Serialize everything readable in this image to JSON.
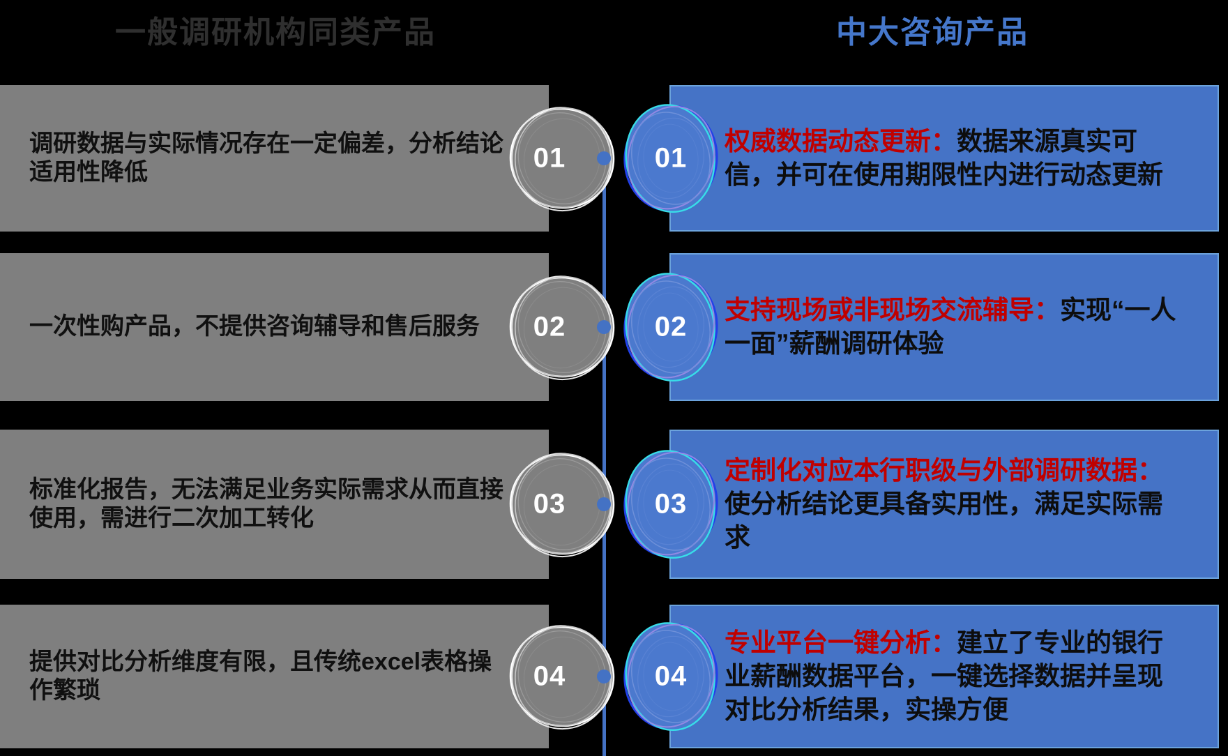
{
  "headers": {
    "left": "一般调研机构同类产品",
    "right": "中大咨询产品"
  },
  "colors": {
    "background": "#000000",
    "gray_box": "#7F7F7F",
    "blue_box": "#4573C6",
    "blue_box_border": "#6CA3DC",
    "blue_circle_fill": "#4B79CE",
    "timeline_blue": "#4472C4",
    "red_highlight": "#C00000",
    "header_left_color": "#2F2F2F",
    "header_right_color": "#4577CB",
    "number_color": "#FFFFFF"
  },
  "rows": [
    {
      "num": "01",
      "left_text": "调研数据与实际情况存在一定偏差，分析结论适用性降低",
      "right_highlight": "权威数据动态更新：",
      "right_text": "数据来源真实可信，并可在使用期限性内进行动态更新"
    },
    {
      "num": "02",
      "left_text": "一次性购产品，不提供咨询辅导和售后服务",
      "right_highlight": "支持现场或非现场交流辅导：",
      "right_text": "实现“一人一面”薪酬调研体验"
    },
    {
      "num": "03",
      "left_text": "标准化报告，无法满足业务实际需求从而直接使用，需进行二次加工转化",
      "right_highlight": "定制化对应本行职级与外部调研数据：",
      "right_text": "使分析结论更具备实用性，满足实际需求"
    },
    {
      "num": "04",
      "left_text": "提供对比分析维度有限，且传统excel表格操作繁琐",
      "right_highlight": "专业平台一键分析：",
      "right_text": "建立了专业的银行业薪酬数据平台，一键选择数据并呈现对比分析结果，实操方便"
    }
  ]
}
